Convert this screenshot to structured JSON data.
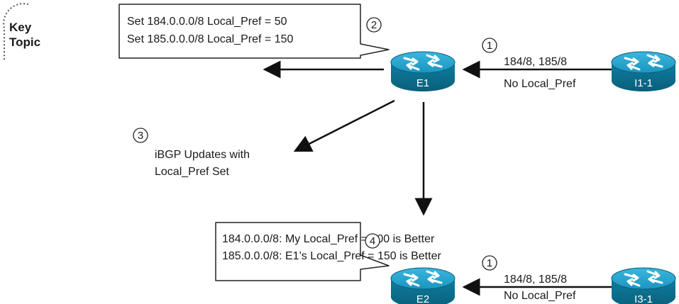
{
  "key_topic": {
    "line1": "Key",
    "line2": "Topic"
  },
  "routers": {
    "e1": "E1",
    "i1_1": "I1-1",
    "e2": "E2",
    "i3_1": "I3-1"
  },
  "callout_top": {
    "line1": "Set 184.0.0.0/8 Local_Pref = 50",
    "line2": "Set 185.0.0.0/8 Local_Pref = 150"
  },
  "callout_bottom": {
    "line1": "184.0.0.0/8: My  Local_Pref = 100 is Better",
    "line2": "185.0.0.0/8: E1’s Local_Pref = 150 is Better"
  },
  "updates_top": {
    "line1": "184/8, 185/8",
    "line2": "No Local_Pref"
  },
  "updates_bottom": {
    "line1": "184/8, 185/8",
    "line2": "No Local_Pref"
  },
  "ibgp_label": {
    "line1": "iBGP Updates with",
    "line2": "Local_Pref Set"
  },
  "steps": {
    "s1": "1",
    "s2": "2",
    "s3": "3",
    "s4": "4"
  },
  "colors": {
    "router_dark": "#0a6e8c",
    "router_light": "#1e9fc9",
    "router_top": "#2aa8d4"
  }
}
